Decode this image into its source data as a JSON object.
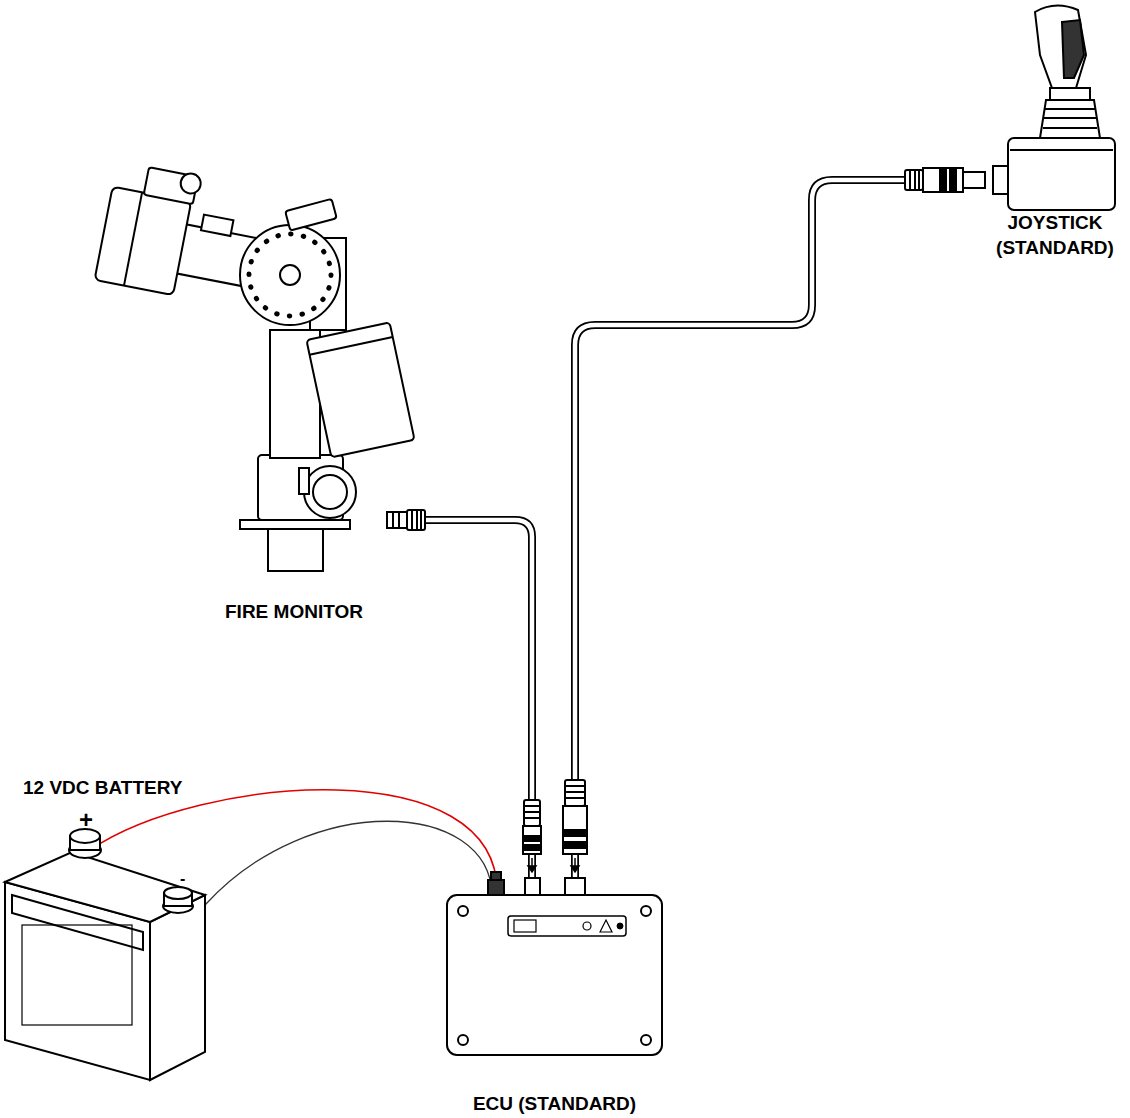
{
  "diagram": {
    "nodes": [
      {
        "text": [
          "FIRE MONITOR"
        ]
      },
      {
        "text": [
          "JOYSTICK (STANDARD)"
        ]
      },
      {
        "text": [
          "12 VDC BATTERY"
        ]
      },
      {
        "text": [
          "ECU (STANDARD)"
        ]
      }
    ],
    "edges": [
      {
        "from": 2,
        "to": 3,
        "arrow": "none"
      },
      {
        "from": 2,
        "to": 3,
        "arrow": "none"
      },
      {
        "from": 3,
        "to": 0,
        "arrow": "none"
      },
      {
        "from": 3,
        "to": 1,
        "arrow": "none"
      }
    ],
    "labels": [
      "+",
      "-"
    ]
  }
}
